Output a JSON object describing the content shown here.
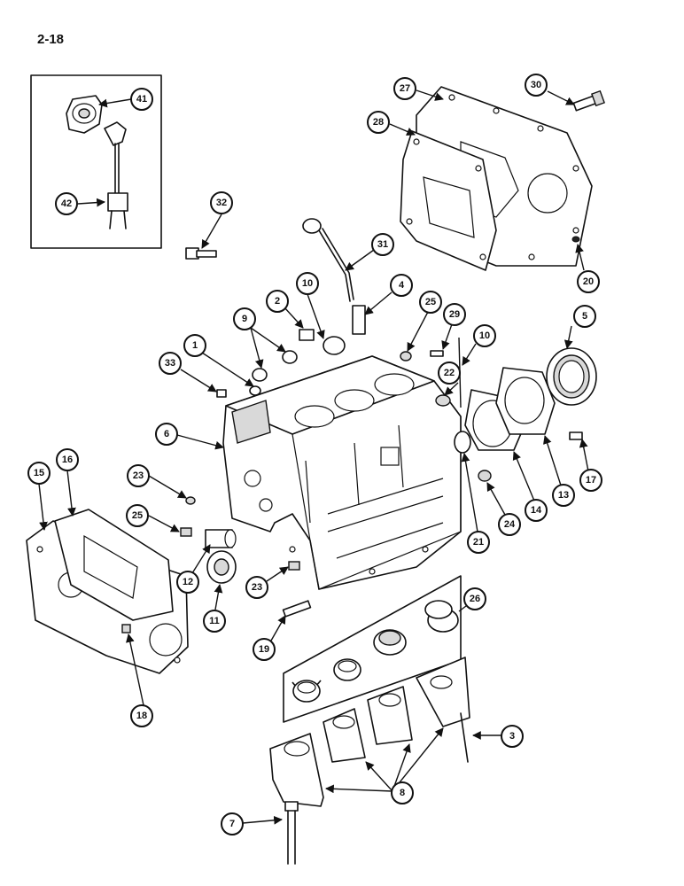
{
  "page": {
    "number": "2-18"
  },
  "callouts": [
    {
      "id": "1",
      "label": "1"
    },
    {
      "id": "2",
      "label": "2"
    },
    {
      "id": "3",
      "label": "3"
    },
    {
      "id": "4",
      "label": "4"
    },
    {
      "id": "5",
      "label": "5"
    },
    {
      "id": "6",
      "label": "6"
    },
    {
      "id": "7",
      "label": "7"
    },
    {
      "id": "8",
      "label": "8"
    },
    {
      "id": "9",
      "label": "9"
    },
    {
      "id": "10a",
      "label": "10"
    },
    {
      "id": "10b",
      "label": "10"
    },
    {
      "id": "11",
      "label": "11"
    },
    {
      "id": "12",
      "label": "12"
    },
    {
      "id": "13",
      "label": "13"
    },
    {
      "id": "14",
      "label": "14"
    },
    {
      "id": "15",
      "label": "15"
    },
    {
      "id": "16",
      "label": "16"
    },
    {
      "id": "17",
      "label": "17"
    },
    {
      "id": "18",
      "label": "18"
    },
    {
      "id": "19",
      "label": "19"
    },
    {
      "id": "20",
      "label": "20"
    },
    {
      "id": "21",
      "label": "21"
    },
    {
      "id": "22",
      "label": "22"
    },
    {
      "id": "23a",
      "label": "23"
    },
    {
      "id": "23b",
      "label": "23"
    },
    {
      "id": "24",
      "label": "24"
    },
    {
      "id": "25a",
      "label": "25"
    },
    {
      "id": "25b",
      "label": "25"
    },
    {
      "id": "26",
      "label": "26"
    },
    {
      "id": "27",
      "label": "27"
    },
    {
      "id": "28",
      "label": "28"
    },
    {
      "id": "29",
      "label": "29"
    },
    {
      "id": "30",
      "label": "30"
    },
    {
      "id": "31",
      "label": "31"
    },
    {
      "id": "32",
      "label": "32"
    },
    {
      "id": "33",
      "label": "33"
    },
    {
      "id": "41",
      "label": "41"
    },
    {
      "id": "42",
      "label": "42"
    }
  ]
}
